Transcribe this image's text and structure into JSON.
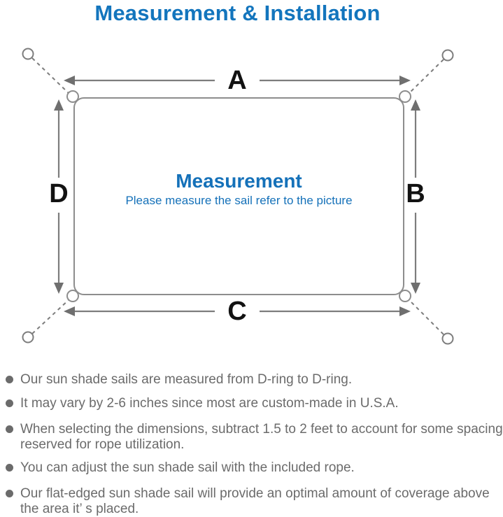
{
  "title": "Measurement & Installation",
  "colors": {
    "title_blue": "#1375bd",
    "heading_blue": "#1571b9",
    "line_gray": "#7d7d7d",
    "outline_gray": "#8d8d8d",
    "label_black": "#121212",
    "text_gray": "#6b6b6b"
  },
  "diagram": {
    "center_title": "Measurement",
    "center_subtitle": "Please measure the sail refer to the picture",
    "labels": {
      "a": "A",
      "b": "B",
      "c": "C",
      "d": "D"
    }
  },
  "notes": [
    {
      "lines": [
        "Our sun shade sails are measured from D-ring to D-ring."
      ]
    },
    {
      "lines": [
        "It may vary by 2-6 inches since most are custom-made in U.S.A."
      ]
    },
    {
      "lines": [
        "When selecting the dimensions, subtract 1.5 to 2 feet to account for some spacing",
        "reserved for rope utilization."
      ]
    },
    {
      "lines": [
        "You can adjust the sun shade sail with the included rope."
      ]
    },
    {
      "lines": [
        "Our flat-edged sun shade sail will provide an optimal amount of coverage above",
        "the area it’ s placed."
      ]
    }
  ]
}
